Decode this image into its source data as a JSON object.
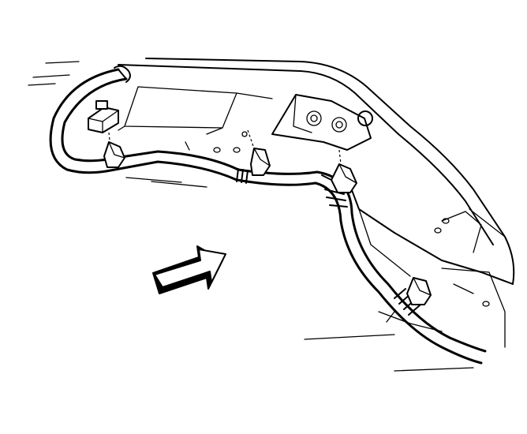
{
  "diagram": {
    "style": "black line art on white",
    "components": [
      "body-panel",
      "wiring-harness",
      "harness-connector",
      "harness-clip",
      "direction-arrow"
    ],
    "colors": {
      "line": "#000000",
      "background": "#ffffff"
    }
  }
}
